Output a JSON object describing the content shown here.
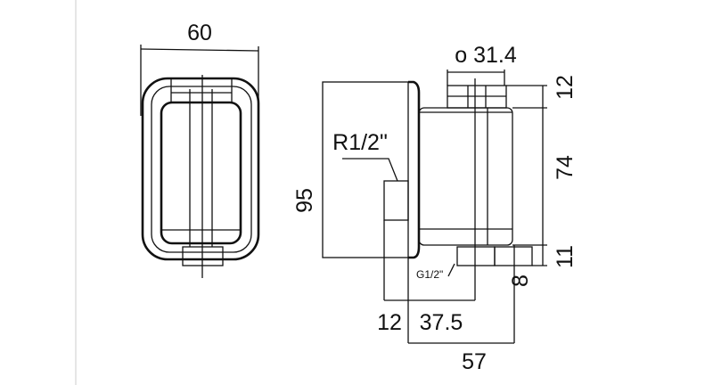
{
  "drawing": {
    "front_view": {
      "width_label": "60"
    },
    "side_view": {
      "diameter_label": "o 31.4",
      "thread_inlet_label": "R1/2\"",
      "thread_outlet_label": "G1/2\"",
      "height_label": "95",
      "right_dims": [
        "12",
        "74",
        "11"
      ],
      "offset_label": "8",
      "bottom_dims": [
        "12",
        "37.5",
        "57"
      ]
    }
  }
}
